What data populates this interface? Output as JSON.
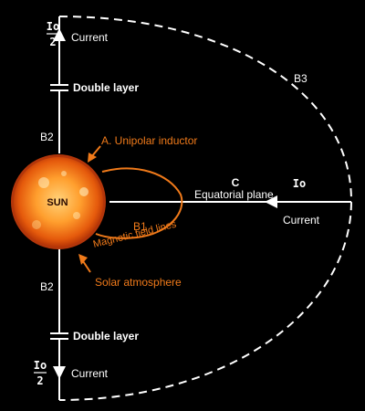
{
  "labels": {
    "io_half_top_num": "Io",
    "io_half_top_den": "2",
    "current_top": "Current",
    "double_layer_top": "Double layer",
    "b2_upper": "B2",
    "b3": "B3",
    "unipolar_inductor": "A. Unipolar inductor",
    "sun": "SUN",
    "c": "C",
    "io_right": "Io",
    "equatorial_plane": "Equatorial plane",
    "current_right": "Current",
    "b1": "B1",
    "magnetic_field_lines": "Magnetic field lines",
    "solar_atmosphere": "Solar atmosphere",
    "b2_lower": "B2",
    "double_layer_bottom": "Double layer",
    "io_half_bottom_num": "Io",
    "io_half_bottom_den": "2",
    "current_bottom": "Current"
  },
  "colors": {
    "background": "#000000",
    "line": "#ffffff",
    "accent_orange": "#f07a1a",
    "sun_core": "#ffb23a",
    "sun_edge": "#c43a06"
  }
}
